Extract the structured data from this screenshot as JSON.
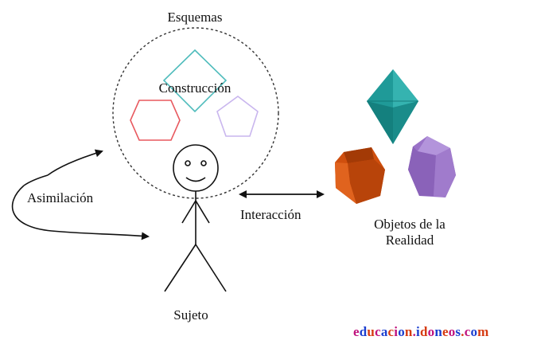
{
  "diagram": {
    "labels": {
      "esquemas": "Esquemas",
      "construccion": "Construcción",
      "asimilacion": "Asimilación",
      "interaccion": "Interacción",
      "objetos_line1": "Objetos de la",
      "objetos_line2": "Realidad",
      "sujeto": "Sujeto"
    },
    "watermark": "educacion.idoneos.com",
    "colors": {
      "hexagon_outline": "#e8595f",
      "diamond_outline": "#4fbcbc",
      "pentagon_outline": "#c9b6ee",
      "teal_gem": "#1f9a98",
      "orange_gem": "#cf4f0e",
      "purple_gem": "#9a72c8",
      "dashed_circle": "#333333",
      "arrows": "#111111",
      "watermark_magenta": "#c0127d",
      "watermark_blue": "#1c3fd0",
      "watermark_orange": "#d63b12"
    }
  }
}
